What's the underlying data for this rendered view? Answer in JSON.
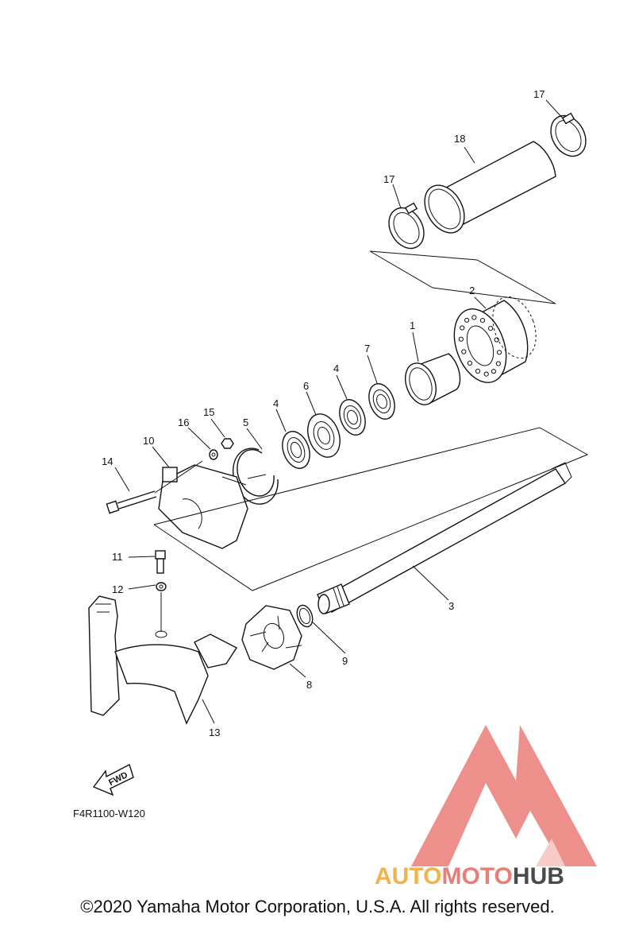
{
  "diagram": {
    "code": "F4R1100-W120",
    "fwd_label": "FWD",
    "copyright": "©2020 Yamaha Motor Corporation, U.S.A. All rights reserved.",
    "callouts": [
      "17",
      "18",
      "17",
      "2",
      "1",
      "7",
      "4",
      "6",
      "4",
      "5",
      "15",
      "16",
      "10",
      "14",
      "3",
      "11",
      "12",
      "9",
      "8",
      "13"
    ]
  },
  "watermark": {
    "brand_part1": "AUTO",
    "brand_part2": "MOTO",
    "brand_part3": "HUB",
    "colors": {
      "auto": "#f2b34a",
      "moto": "#ea7d78",
      "hub": "#4a4a4a",
      "triangle": "#ea7d78"
    }
  }
}
